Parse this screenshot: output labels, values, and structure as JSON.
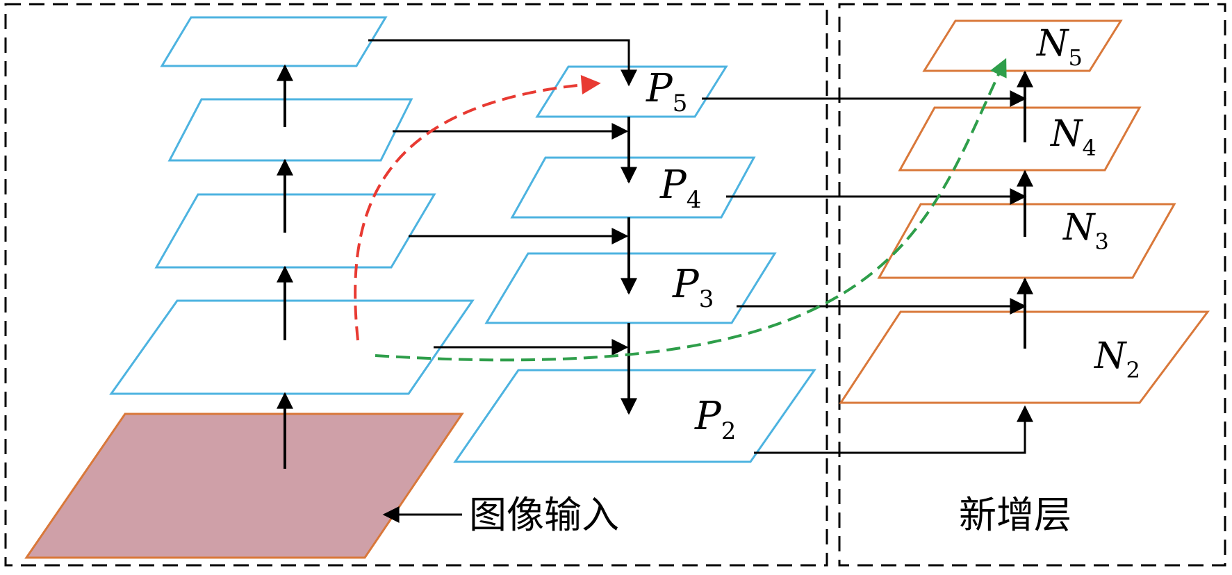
{
  "diagram": {
    "colors": {
      "backbone": "#4db3e0",
      "neck": "#d9783a",
      "input_fill": "#cfa0a8",
      "arrow": "#000000",
      "red_path": "#e83a32",
      "green_path": "#2e9e4a",
      "frame": "#000000"
    },
    "labels": {
      "input_label": "图像输入",
      "new_layer_label": "新增层"
    },
    "pyramid_p": [
      {
        "letter": "P",
        "sub": "5"
      },
      {
        "letter": "P",
        "sub": "4"
      },
      {
        "letter": "P",
        "sub": "3"
      },
      {
        "letter": "P",
        "sub": "2"
      }
    ],
    "pyramid_n": [
      {
        "letter": "N",
        "sub": "5"
      },
      {
        "letter": "N",
        "sub": "4"
      },
      {
        "letter": "N",
        "sub": "3"
      },
      {
        "letter": "N",
        "sub": "2"
      }
    ]
  }
}
